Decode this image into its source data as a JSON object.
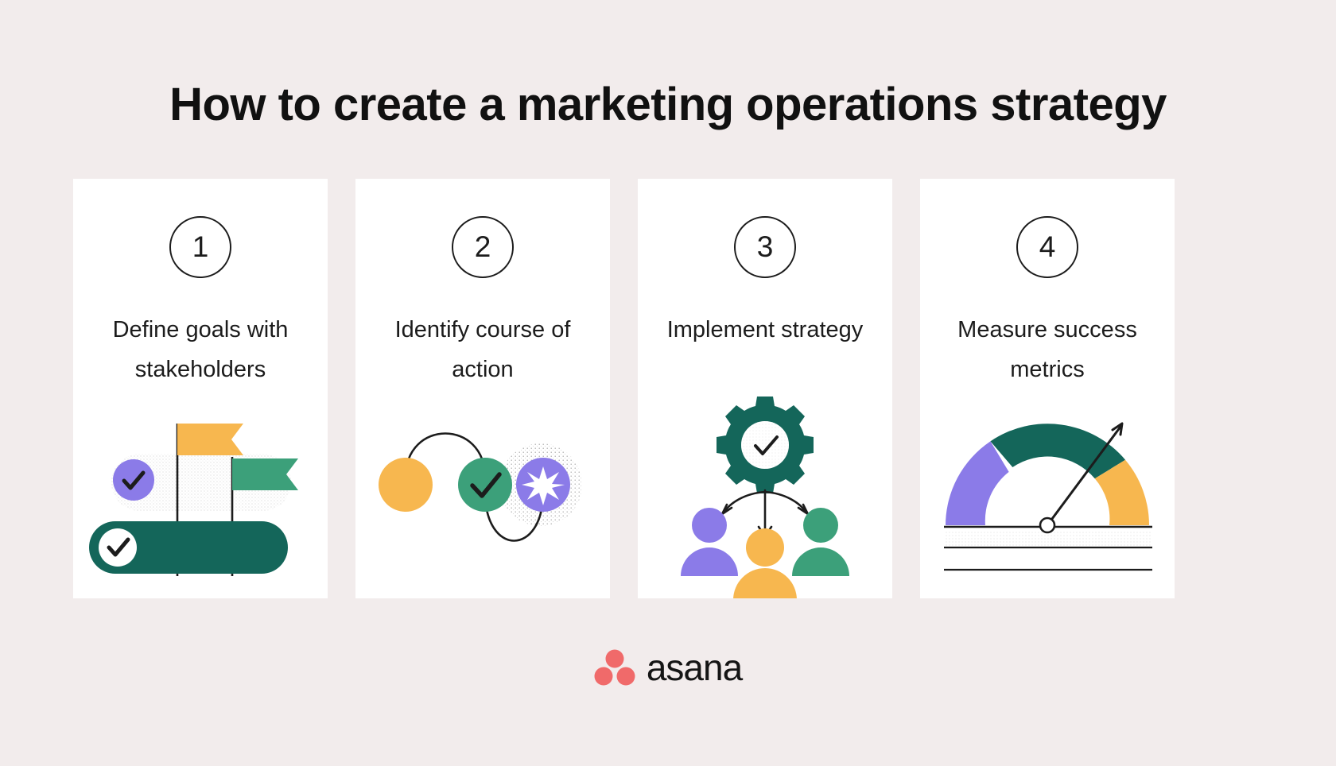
{
  "page": {
    "background_color": "#f2ecec",
    "title": "How to create a marketing operations strategy"
  },
  "palette": {
    "dark_green": "#14665a",
    "green": "#3ca07a",
    "orange": "#f7b74f",
    "purple": "#8b7be8",
    "coral": "#f06a6a",
    "ink": "#1c1c1c",
    "card_bg": "#ffffff"
  },
  "cards": [
    {
      "number": "1",
      "label": "Define goals with stakeholders",
      "illustration": "goal-flags-illustration"
    },
    {
      "number": "2",
      "label": "Identify course of action",
      "illustration": "connected-nodes-illustration"
    },
    {
      "number": "3",
      "label": "Implement strategy",
      "illustration": "gear-and-team-illustration"
    },
    {
      "number": "4",
      "label": "Measure success metrics",
      "illustration": "gauge-meter-illustration"
    }
  ],
  "footer": {
    "brand": "asana",
    "logo_color": "#f06a6a"
  }
}
